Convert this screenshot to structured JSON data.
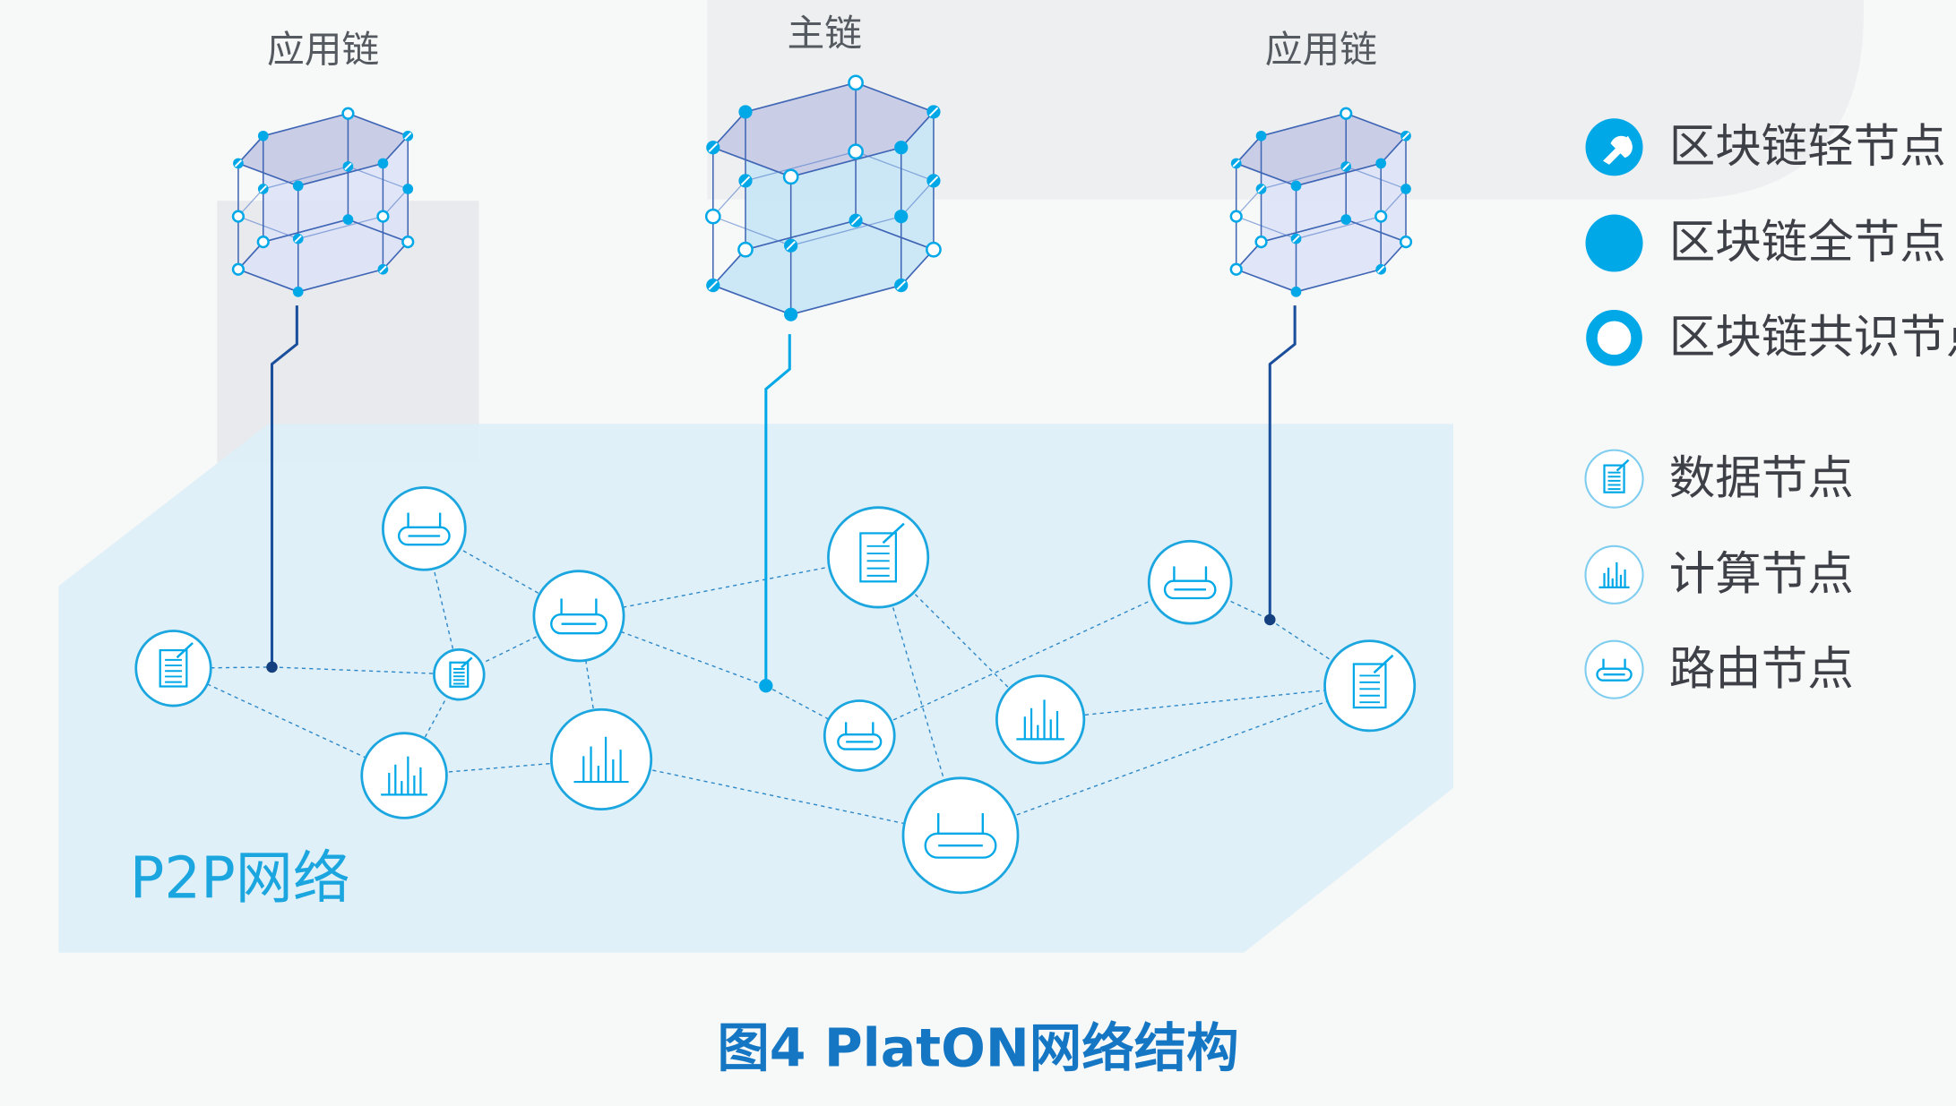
{
  "chains": {
    "left_label": "应用链",
    "main_label": "主链",
    "right_label": "应用链"
  },
  "legend": {
    "light_node": "区块链轻节点",
    "full_node": "区块链全节点",
    "consensus_node": "区块链共识节点",
    "data_node": "数据节点",
    "compute_node": "计算节点",
    "router_node": "路由节点"
  },
  "network": {
    "label": "P2P网络"
  },
  "caption": "图4 PlatON网络结构",
  "colors": {
    "accent": "#00a8e8",
    "node_ring": "#1ba6e0",
    "connector_dark": "#1b4f9c",
    "plane": "#ddeff8",
    "prism_top": "#c9cde6",
    "main_prism_side": "#c6e4f5",
    "caption": "#1577c4"
  },
  "node_types": [
    "data-node",
    "compute-node",
    "router-node"
  ],
  "icons": [
    "document-icon",
    "bar-chart-icon",
    "router-icon"
  ]
}
